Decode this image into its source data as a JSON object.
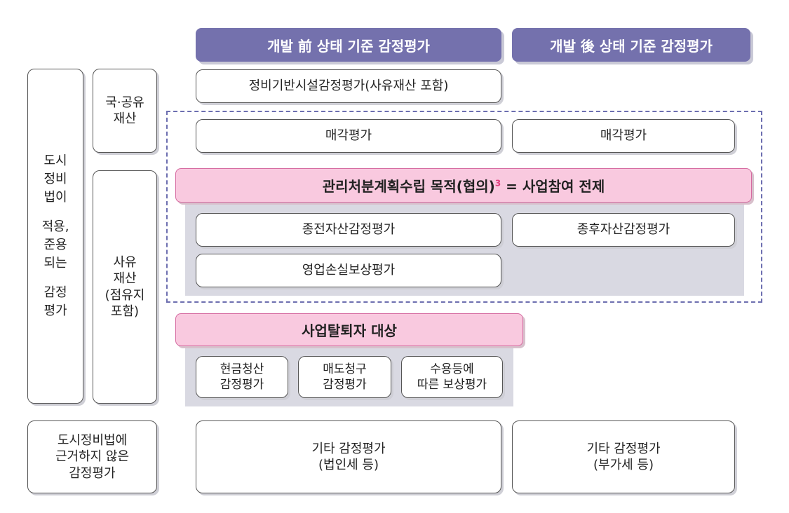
{
  "headers": {
    "before": "개발 前 상태 기준 감정평가",
    "after": "개발 後 상태 기준 감정평가"
  },
  "left": {
    "main_lines": [
      "도시",
      "정비",
      "법이",
      "",
      "적용,",
      "준용",
      "되는",
      "",
      "감정",
      "평가"
    ],
    "public_lines": [
      "국·공유",
      "재산"
    ],
    "private_lines": [
      "사유",
      "재산",
      "(점유지",
      "포함)"
    ],
    "other_lines": [
      "도시정비법에",
      "근거하지 않은",
      "감정평가"
    ]
  },
  "boxes": {
    "infra": "정비기반시설감정평가(사유재산 포함)",
    "sale_before": "매각평가",
    "sale_after": "매각평가",
    "plan_banner_main": "관리처분계획수립 목적(협의)",
    "plan_banner_sup": "3",
    "plan_banner_tail": " = 사업참여 전제",
    "prior_asset": "종전자산감정평가",
    "post_asset": "종후자산감정평가",
    "business_loss": "영업손실보상평가",
    "withdraw_banner": "사업탈퇴자 대상",
    "cash_lines": [
      "현금청산",
      "감정평가"
    ],
    "sale_claim_lines": [
      "매도청구",
      "감정평가"
    ],
    "expropriation_lines": [
      "수용등에",
      "따른 보상평가"
    ],
    "etc_before_lines": [
      "기타 감정평가",
      "(법인세 등)"
    ],
    "etc_after_lines": [
      "기타 감정평가",
      "(부가세 등)"
    ]
  },
  "colors": {
    "header": "#7471ad",
    "pink_fill": "#f9c9df",
    "pink_border": "#d56aa0",
    "gray_band": "#d9d9e2",
    "dashed": "#6d6fb0"
  }
}
